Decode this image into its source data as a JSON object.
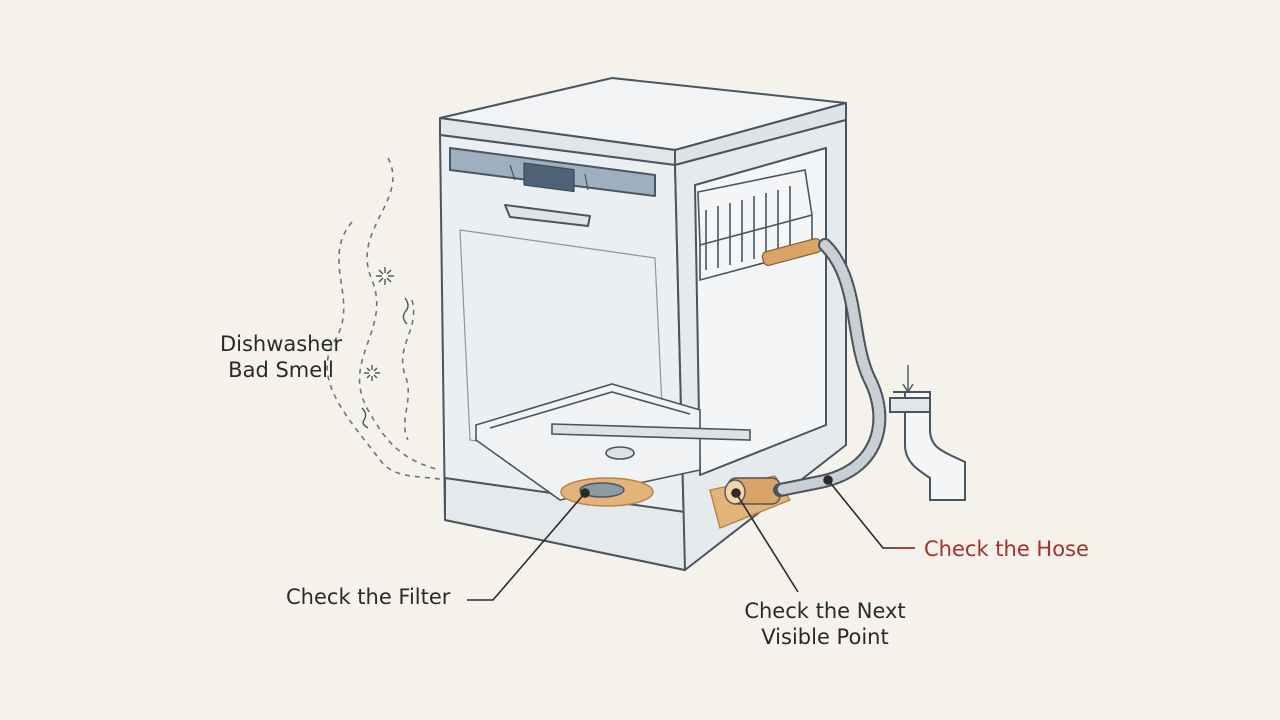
{
  "diagram": {
    "labels": {
      "smell_line1": "Dishwasher",
      "smell_line2": "Bad Smell",
      "filter": "Check the Filter",
      "next_line1": "Check the Next",
      "next_line2": "Visible Point",
      "hose": "Check the Hose"
    },
    "colors": {
      "background": "#f5f2ec",
      "outline": "#4a5560",
      "body_fill": "#eceff1",
      "panel_fill": "#9eb0c0",
      "highlight": "#d9a566",
      "accent": "#a8302a",
      "text": "#2a2a2a"
    }
  }
}
